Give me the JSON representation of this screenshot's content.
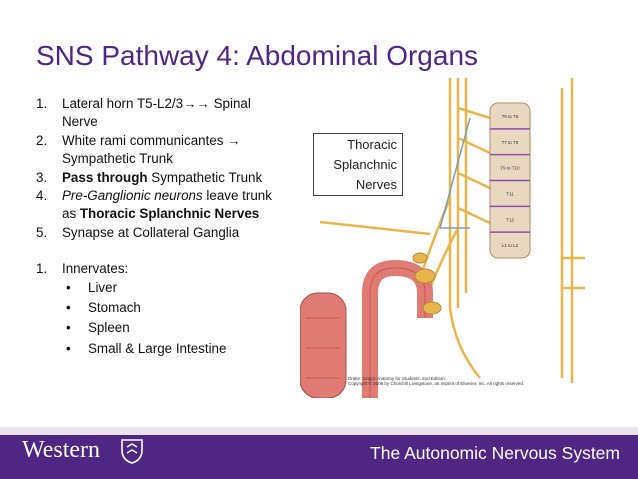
{
  "slide": {
    "title": "SNS Pathway 4: Abdominal Organs",
    "items": [
      {
        "num": "1.",
        "parts": [
          {
            "text": "Lateral horn T5-L2/3→→ Spinal Nerve"
          }
        ]
      },
      {
        "num": "2.",
        "parts": [
          {
            "text": "White rami communicantes → Sympathetic Trunk"
          }
        ]
      },
      {
        "num": "3.",
        "parts": [
          {
            "text": " Pass through",
            "b": true
          },
          {
            "text": " Sympathetic Trunk"
          }
        ]
      },
      {
        "num": "4.",
        "parts": [
          {
            "text": " Pre-Ganglionic neurons",
            "i": true
          },
          {
            "text": " leave trunk as "
          },
          {
            "text": "Thoracic Splanchnic Nerves",
            "b": true
          }
        ]
      },
      {
        "num": "5.",
        "parts": [
          {
            "text": "Synapse at Collateral Ganglia"
          }
        ]
      }
    ],
    "innervates_num": "1.",
    "innervates_label": "Innervates:",
    "bullet": "•",
    "organs": [
      "Liver",
      "Stomach",
      "Spleen",
      "Small & Large Intestine"
    ]
  },
  "figure": {
    "callout": [
      "Thoracic",
      "Splanchnic",
      "Nerves"
    ],
    "segment_labels": [
      "T5 to T6",
      "T7 to T8",
      "T9 to T10",
      "T11",
      "T12",
      "L1 to L2"
    ],
    "credit_line1": "Drake: Gray's Anatomy for Students, 2nd Edition.",
    "credit_line2": "Copyright © 2009 by Churchill Livingstone, an imprint of Elsevier, Inc. All rights reserved."
  },
  "footer": {
    "logo": "Western",
    "title": "The Autonomic Nervous System"
  },
  "colors": {
    "accent": "#4f2683",
    "nerve": "#e8b64a",
    "cord": "#e9d7c0",
    "cord_lines": "#8a4fb0",
    "aorta": "#e07b73"
  }
}
